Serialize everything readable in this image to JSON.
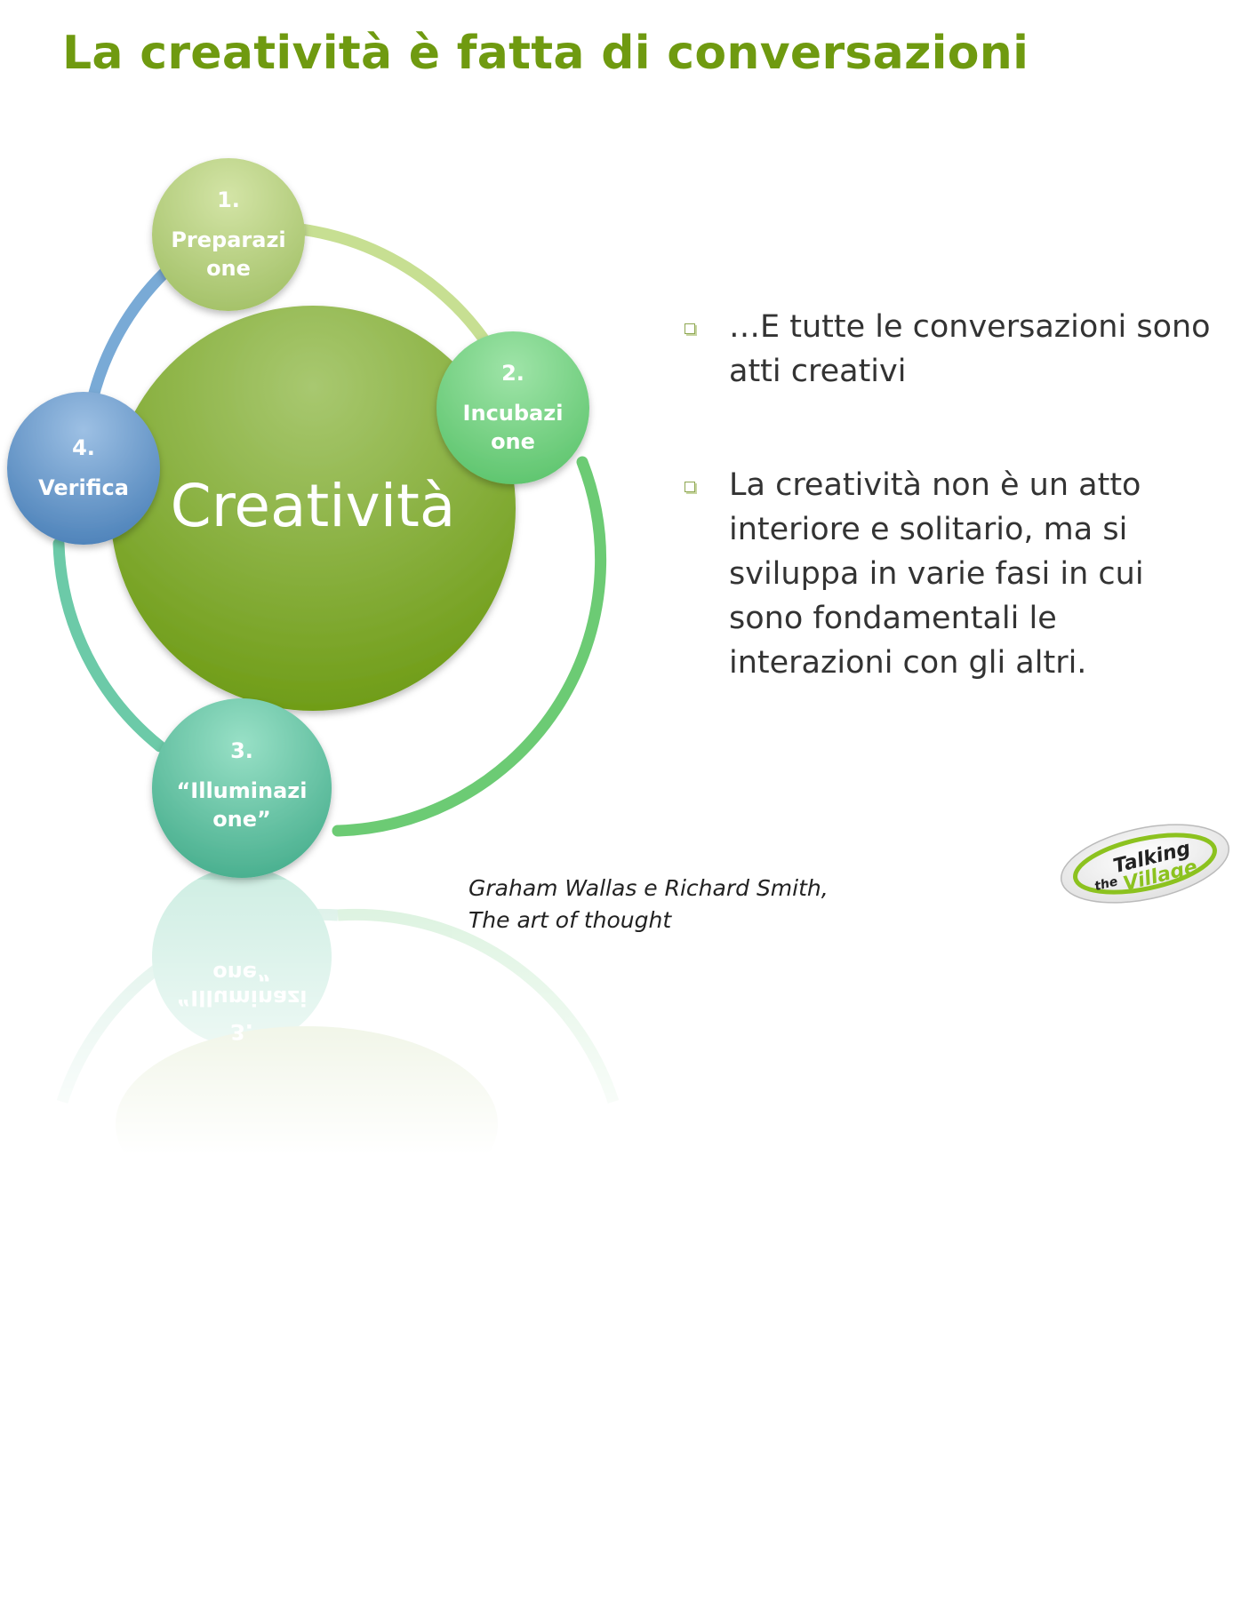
{
  "slide": {
    "title": "La creatività è fatta di conversazioni"
  },
  "diagram": {
    "center": {
      "label": "Creatività"
    },
    "nodes": [
      {
        "number": "1.",
        "line1": "Preparazi",
        "line2": "one"
      },
      {
        "number": "2.",
        "line1": "Incubazi",
        "line2": "one"
      },
      {
        "number": "3.",
        "line1": "“Illuminazi",
        "line2": "one”"
      },
      {
        "number": "4.",
        "line1": "Verifica",
        "line2": ""
      }
    ],
    "colors": {
      "center_top": "#a8c870",
      "center_bottom": "#6c9a12",
      "node1": "#b8d27e",
      "node2": "#74d084",
      "node3": "#5cc4a2",
      "node4": "#6a9ccc",
      "ring_arc1": "#c7df92",
      "ring_arc2": "#6ccb74",
      "ring_arc3": "#6ccaa8",
      "ring_arc4": "#79aad6"
    }
  },
  "bullets": [
    "…E tutte le conversazioni  sono atti creativi",
    "La creatività non è un atto interiore e solitario, ma si sviluppa in varie fasi in cui sono fondamentali le interazioni con gli altri."
  ],
  "citation": {
    "line1": "Graham Wallas e Richard Smith,",
    "line2": "The art of thought"
  },
  "logo": {
    "the": "the",
    "word1": "Talking",
    "word2": "Village",
    "color": "#8cc21f"
  }
}
